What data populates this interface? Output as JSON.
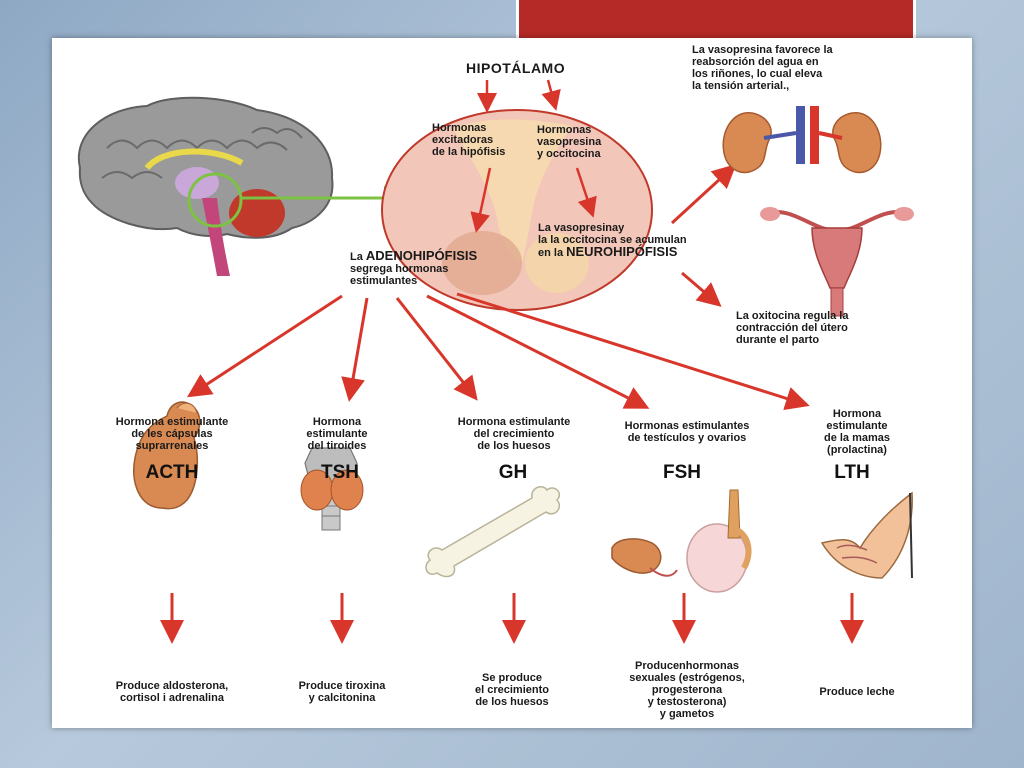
{
  "colors": {
    "arrow": "#d9362b",
    "green": "#7cc243",
    "accent_bar": "#b52a26",
    "circle_fill": "#f2c6b8",
    "organ": "#d98a52"
  },
  "hypothalamus": {
    "title": "HIPOTÁLAMO",
    "excitatory": "Hormonas\nexcitadoras\nde la hipófisis",
    "vasopressin": "Hormonas\nvasopresina\ny occitocina",
    "stored_prefix": "La vasopresinay\nla la occitocina se acumulan\nen la ",
    "stored_emph": "NEUROHIPÓFISIS"
  },
  "adeno": {
    "prefix": "La ",
    "emph": "ADENOHIPÓFISIS",
    "rest": "\nsegrega hormonas\nestimulantes"
  },
  "posterior": {
    "vaso_effect": "La vasopresina favorece la\nreabsorción del agua en\nlos riñones, lo cual eleva\nla tensión arterial.,",
    "oxy_effect": "La oxitocina regula la\ncontracción  del útero\ndurante el parto"
  },
  "hormones": [
    {
      "name": "Hormona estimulante\nde les cápsulas\nsuprarrenales",
      "code": "ACTH",
      "effect": "Produce aldosterona,\ncortisol i adrenalina",
      "icon": "adrenal-gland-icon"
    },
    {
      "name": "Hormona\nestimulante\ndel tiroides",
      "code": "TSH",
      "effect": "Produce tiroxina\ny calcitonina",
      "icon": "thyroid-icon"
    },
    {
      "name": "Hormona estimulante\ndel crecimiento\nde los huesos",
      "code": "GH",
      "effect": "Se produce\nel crecimiento\nde los huesos",
      "icon": "bone-icon"
    },
    {
      "name": "Hormonas estimulantes\nde testículos y ovarios",
      "code": "FSH",
      "effect": "Producenhormonas\nsexuales (estrógenos,\nprogesterona\ny testosterona)\ny gametos",
      "icon": "gonads-icon"
    },
    {
      "name": "Hormona\nestimulante\nde la mamas\n(prolactina)",
      "code": "LTH",
      "effect": "Produce leche",
      "icon": "breast-icon"
    }
  ]
}
